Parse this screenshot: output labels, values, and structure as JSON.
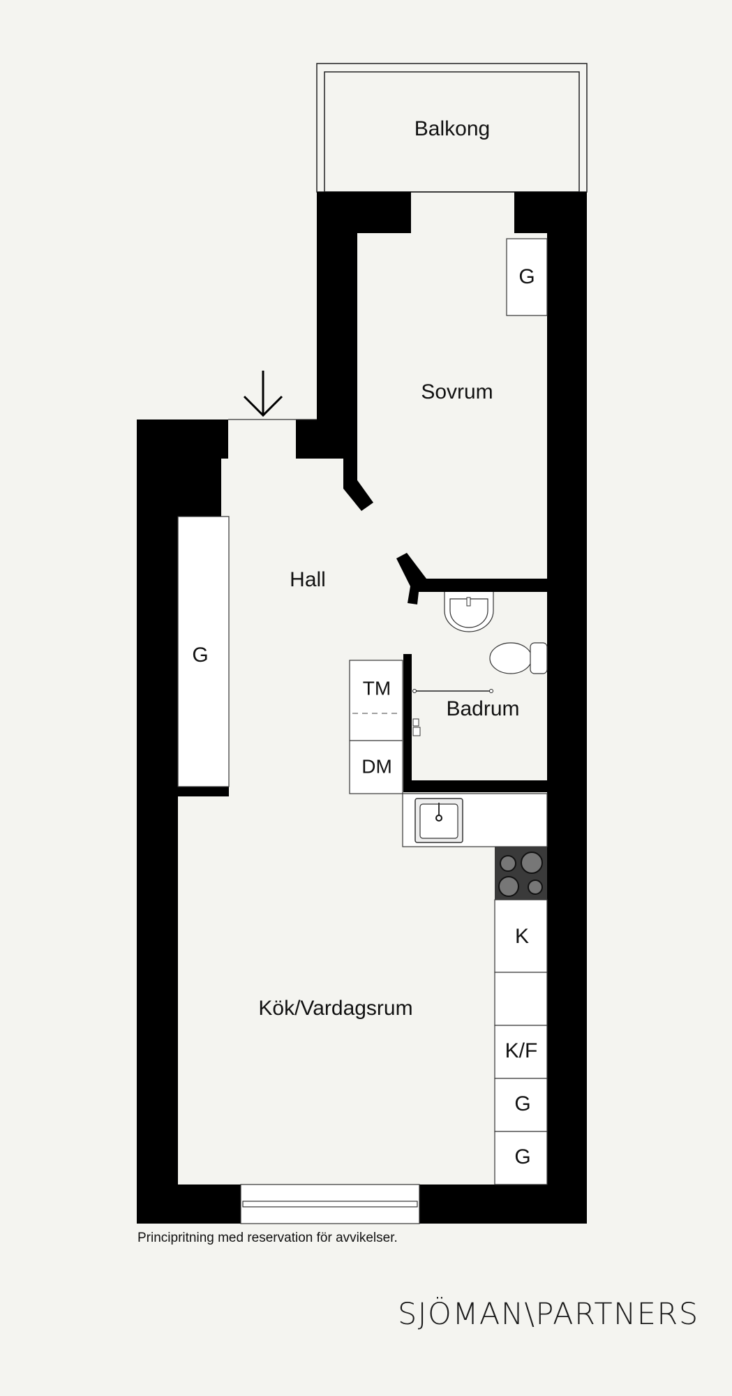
{
  "rooms": {
    "balcony": "Balkong",
    "bedroom": "Sovrum",
    "hall": "Hall",
    "bathroom": "Badrum",
    "kitchen_living": "Kök/Vardagsrum"
  },
  "fixtures": {
    "bedroom_wardrobe": "G",
    "hall_wardrobe": "G",
    "washing_machine": "TM",
    "dryer": "DM",
    "fridge": "K",
    "fridge_freezer": "K/F",
    "cabinet_1": "G",
    "cabinet_2": "G"
  },
  "disclaimer": "Principritning med reservation för avvikelser.",
  "brand": "SJÖMAN\\PARTNERS",
  "colors": {
    "background": "#f4f4f0",
    "wall": "#000000",
    "stove": "#3a3a3a"
  }
}
